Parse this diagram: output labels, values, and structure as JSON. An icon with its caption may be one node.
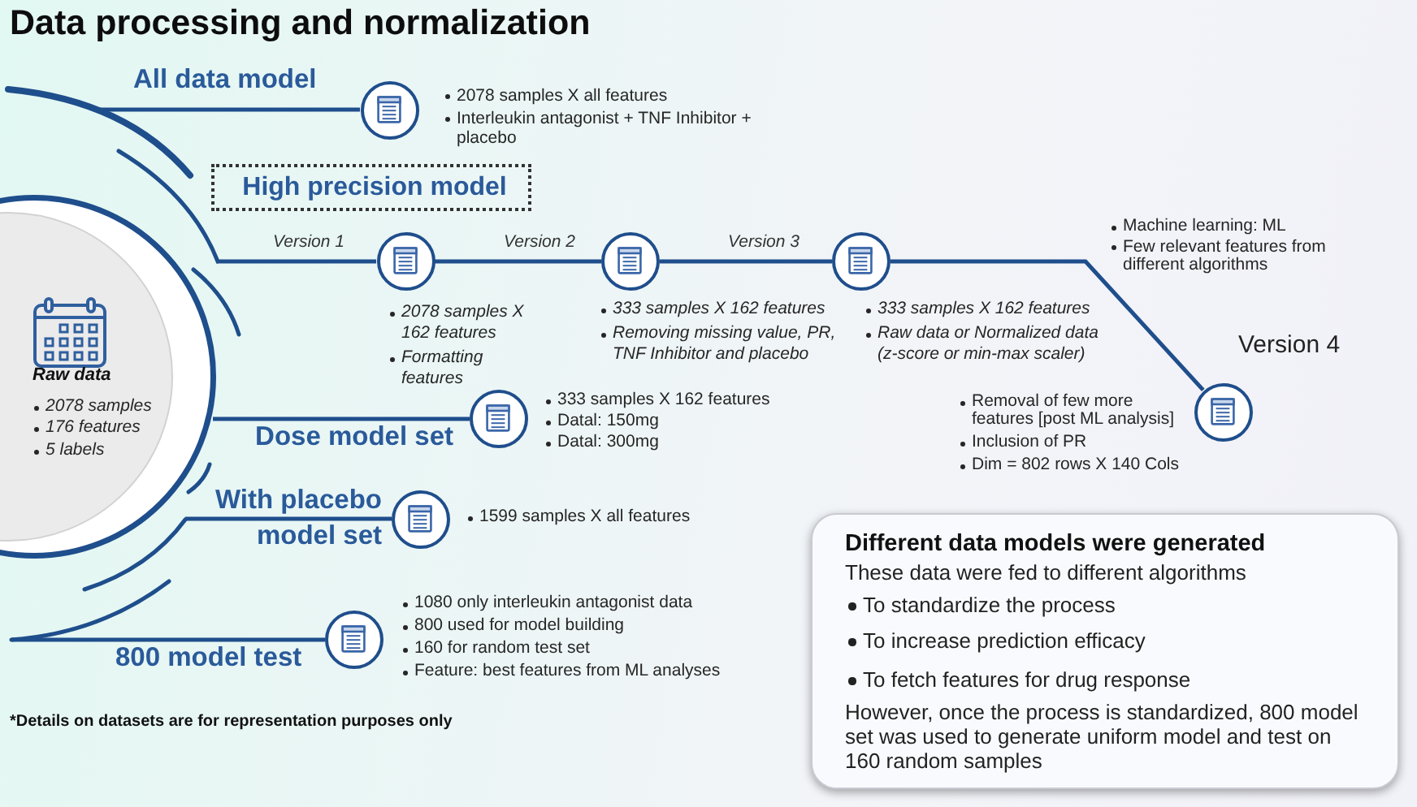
{
  "diagram": {
    "title": "Data processing and normalization",
    "nodes": [
      {
        "text": [
          "Raw data",
          "2078 samples",
          "176 features",
          "5 labels"
        ]
      },
      {
        "text": [],
        "shape": "circle",
        "beside": [
          "2078 samples X all features",
          "Interleukin antagonist + TNF Inhibitor + placebo"
        ]
      },
      {
        "text": [
          "High precision model"
        ]
      },
      {
        "text": [],
        "shape": "circle",
        "beside": [
          "2078 samples X 162 features",
          "Formatting features"
        ]
      },
      {
        "text": [],
        "shape": "circle",
        "beside": [
          "333 samples X 162 features",
          "Removing missing value, PR, TNF Inhibitor and placebo"
        ]
      },
      {
        "text": [],
        "shape": "circle",
        "beside": [
          "333 samples X 162 features",
          "Raw data or Normalized data (z-score or min-max scaler)"
        ]
      },
      {
        "text": [],
        "shape": "circle",
        "beside": [
          "Removal of few more features [post ML analysis]",
          "Inclusion of PR",
          "Dim = 802 rows X 140 Cols"
        ]
      },
      {
        "text": [],
        "shape": "circle",
        "beside": [
          "333 samples X 162 features",
          "Datal: 150mg",
          "Datal: 300mg"
        ]
      },
      {
        "text": [],
        "shape": "circle",
        "beside": [
          "1599 samples X all features"
        ]
      },
      {
        "text": [],
        "shape": "circle",
        "beside": [
          "1080 only interleukin antagonist data",
          "800 used for model building",
          "160 for random test set",
          "Feature: best features from ML analyses"
        ]
      },
      {
        "text": [
          "Different data models were generated",
          "These data were fed to different algorithms",
          "To standardize the process",
          "To increase prediction efficacy",
          "To fetch features for drug response",
          "However, once the process is standardized, 800 model set was used to generate uniform model and test on 160 random samples"
        ]
      }
    ],
    "edges": [
      {
        "from": 0,
        "to": 1,
        "arrow": "none",
        "label": "All data model"
      },
      {
        "from": 0,
        "to": 3,
        "arrow": "none",
        "label": "Version 1"
      },
      {
        "from": 3,
        "to": 4,
        "arrow": "none",
        "label": "Version 2"
      },
      {
        "from": 4,
        "to": 5,
        "arrow": "none",
        "label": "Version 3"
      },
      {
        "from": 5,
        "to": 6,
        "arrow": "none",
        "label": "Version 4"
      },
      {
        "from": 0,
        "to": 7,
        "arrow": "none",
        "label": "Dose model set"
      },
      {
        "from": 0,
        "to": 8,
        "arrow": "none",
        "label": "With placebo model set"
      },
      {
        "from": 0,
        "to": 9,
        "arrow": "none",
        "label": "800 model test"
      }
    ],
    "labels": [
      "Machine learning: ML",
      "Few relevant features from different algorithms",
      "*Details on datasets are for representation purposes only"
    ]
  }
}
